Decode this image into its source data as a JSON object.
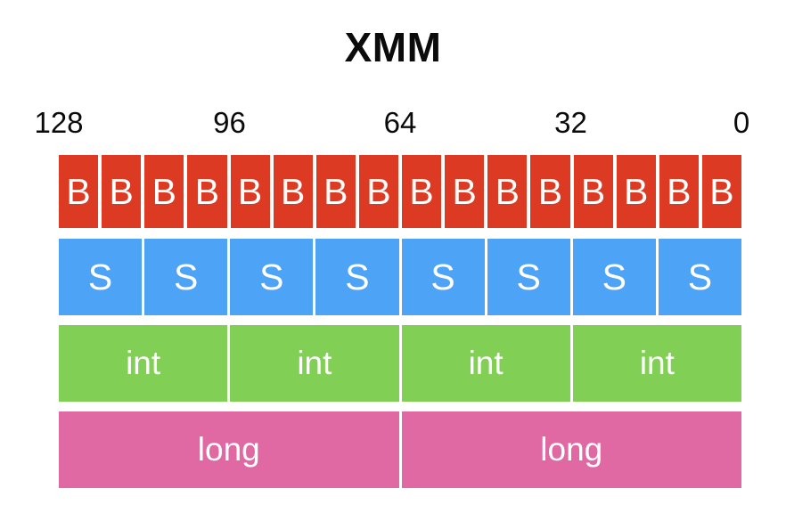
{
  "title": "XMM",
  "colors": {
    "byte": "#DC3A22",
    "short": "#4DA3F5",
    "int": "#81CF55",
    "long": "#E069A4",
    "text": "#0b0b0b",
    "cell_text": "#ffffff",
    "background": "#ffffff"
  },
  "scale": {
    "ticks": [
      {
        "label": "128",
        "bit": 128,
        "pct": 0
      },
      {
        "label": "96",
        "bit": 96,
        "pct": 25
      },
      {
        "label": "64",
        "bit": 64,
        "pct": 50
      },
      {
        "label": "32",
        "bit": 32,
        "pct": 75
      },
      {
        "label": "0",
        "bit": 0,
        "pct": 100
      }
    ]
  },
  "rows": [
    {
      "name": "byte-row",
      "type": "byte",
      "bits_per_cell": 8,
      "count": 16,
      "cells": [
        {
          "label": "B"
        },
        {
          "label": "B"
        },
        {
          "label": "B"
        },
        {
          "label": "B"
        },
        {
          "label": "B"
        },
        {
          "label": "B"
        },
        {
          "label": "B"
        },
        {
          "label": "B"
        },
        {
          "label": "B"
        },
        {
          "label": "B"
        },
        {
          "label": "B"
        },
        {
          "label": "B"
        },
        {
          "label": "B"
        },
        {
          "label": "B"
        },
        {
          "label": "B"
        },
        {
          "label": "B"
        }
      ]
    },
    {
      "name": "short-row",
      "type": "short",
      "bits_per_cell": 16,
      "count": 8,
      "cells": [
        {
          "label": "S"
        },
        {
          "label": "S"
        },
        {
          "label": "S"
        },
        {
          "label": "S"
        },
        {
          "label": "S"
        },
        {
          "label": "S"
        },
        {
          "label": "S"
        },
        {
          "label": "S"
        }
      ]
    },
    {
      "name": "int-row",
      "type": "int",
      "bits_per_cell": 32,
      "count": 4,
      "cells": [
        {
          "label": "int"
        },
        {
          "label": "int"
        },
        {
          "label": "int"
        },
        {
          "label": "int"
        }
      ]
    },
    {
      "name": "long-row",
      "type": "long",
      "bits_per_cell": 64,
      "count": 2,
      "cells": [
        {
          "label": "long"
        },
        {
          "label": "long"
        }
      ]
    }
  ]
}
